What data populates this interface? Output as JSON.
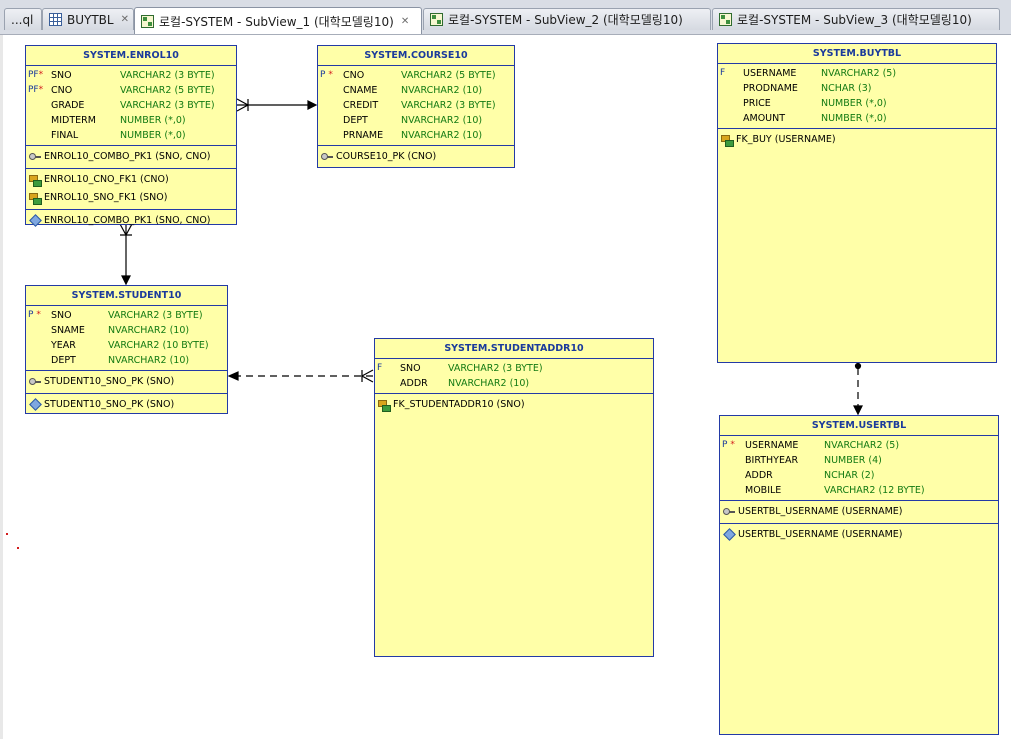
{
  "tabs": [
    {
      "label": "...ql",
      "icon": "none",
      "close": "",
      "active": false
    },
    {
      "label": "BUYTBL",
      "icon": "table-grid-icon",
      "close": "✕",
      "active": false
    },
    {
      "label": "로컬-SYSTEM - SubView_1 (대학모델링10)",
      "icon": "data-model-icon",
      "close": "✕",
      "active": true
    },
    {
      "label": "로컬-SYSTEM - SubView_2 (대학모델링10)",
      "icon": "data-model-icon",
      "close": "",
      "active": false
    },
    {
      "label": "로컬-SYSTEM - SubView_3 (대학모델링10)",
      "icon": "data-model-icon",
      "close": "",
      "active": false
    }
  ],
  "colors": {
    "table_fill": "#ffffa8",
    "table_border": "#233aa6",
    "title_text": "#1a3a9c",
    "type_text": "#137a13",
    "required_star": "#d21c1c"
  },
  "tables": {
    "enrol10": {
      "title": "SYSTEM.ENROL10",
      "columns": [
        {
          "flag": "PF",
          "star": "*",
          "name": "SNO",
          "type": "VARCHAR2 (3 BYTE)"
        },
        {
          "flag": "PF",
          "star": "*",
          "name": "CNO",
          "type": "VARCHAR2 (5 BYTE)"
        },
        {
          "flag": "",
          "star": "",
          "name": "GRADE",
          "type": "VARCHAR2 (3 BYTE)"
        },
        {
          "flag": "",
          "star": "",
          "name": "MIDTERM",
          "type": "NUMBER (*,0)"
        },
        {
          "flag": "",
          "star": "",
          "name": "FINAL",
          "type": "NUMBER (*,0)"
        }
      ],
      "pk": [
        "ENROL10_COMBO_PK1 (SNO, CNO)"
      ],
      "fks": [
        "ENROL10_CNO_FK1 (CNO)",
        "ENROL10_SNO_FK1 (SNO)"
      ],
      "indexes": [
        "ENROL10_COMBO_PK1 (SNO, CNO)"
      ]
    },
    "course10": {
      "title": "SYSTEM.COURSE10",
      "columns": [
        {
          "flag": "P",
          "star": "*",
          "name": "CNO",
          "type": "VARCHAR2 (5 BYTE)"
        },
        {
          "flag": "",
          "star": "",
          "name": "CNAME",
          "type": "NVARCHAR2 (10)"
        },
        {
          "flag": "",
          "star": "",
          "name": "CREDIT",
          "type": "VARCHAR2 (3 BYTE)"
        },
        {
          "flag": "",
          "star": "",
          "name": "DEPT",
          "type": "NVARCHAR2 (10)"
        },
        {
          "flag": "",
          "star": "",
          "name": "PRNAME",
          "type": "NVARCHAR2 (10)"
        }
      ],
      "pk": [
        "COURSE10_PK (CNO)"
      ]
    },
    "student10": {
      "title": "SYSTEM.STUDENT10",
      "columns": [
        {
          "flag": "P",
          "star": "*",
          "name": "SNO",
          "type": "VARCHAR2 (3 BYTE)"
        },
        {
          "flag": "",
          "star": "",
          "name": "SNAME",
          "type": "NVARCHAR2 (10)"
        },
        {
          "flag": "",
          "star": "",
          "name": "YEAR",
          "type": "VARCHAR2 (10 BYTE)"
        },
        {
          "flag": "",
          "star": "",
          "name": "DEPT",
          "type": "NVARCHAR2 (10)"
        }
      ],
      "pk": [
        "STUDENT10_SNO_PK (SNO)"
      ],
      "indexes": [
        "STUDENT10_SNO_PK (SNO)"
      ]
    },
    "studentaddr10": {
      "title": "SYSTEM.STUDENTADDR10",
      "columns": [
        {
          "flag": "F",
          "star": "",
          "name": "SNO",
          "type": "VARCHAR2 (3 BYTE)"
        },
        {
          "flag": "",
          "star": "",
          "name": "ADDR",
          "type": "NVARCHAR2 (10)"
        }
      ],
      "fks": [
        "FK_STUDENTADDR10 (SNO)"
      ]
    },
    "buytbl": {
      "title": "SYSTEM.BUYTBL",
      "columns": [
        {
          "flag": "F",
          "star": "",
          "name": "USERNAME",
          "type": "NVARCHAR2 (5)"
        },
        {
          "flag": "",
          "star": "",
          "name": "PRODNAME",
          "type": "NCHAR (3)"
        },
        {
          "flag": "",
          "star": "",
          "name": "PRICE",
          "type": "NUMBER (*,0)"
        },
        {
          "flag": "",
          "star": "",
          "name": "AMOUNT",
          "type": "NUMBER (*,0)"
        }
      ],
      "fks": [
        "FK_BUY (USERNAME)"
      ]
    },
    "usertbl": {
      "title": "SYSTEM.USERTBL",
      "columns": [
        {
          "flag": "P",
          "star": "*",
          "name": "USERNAME",
          "type": "NVARCHAR2 (5)"
        },
        {
          "flag": "",
          "star": "",
          "name": "BIRTHYEAR",
          "type": "NUMBER (4)"
        },
        {
          "flag": "",
          "star": "",
          "name": "ADDR",
          "type": "NCHAR (2)"
        },
        {
          "flag": "",
          "star": "",
          "name": "MOBILE",
          "type": "VARCHAR2 (12 BYTE)"
        }
      ],
      "pk": [
        "USERTBL_USERNAME (USERNAME)"
      ],
      "indexes": [
        "USERTBL_USERNAME (USERNAME)"
      ]
    }
  }
}
